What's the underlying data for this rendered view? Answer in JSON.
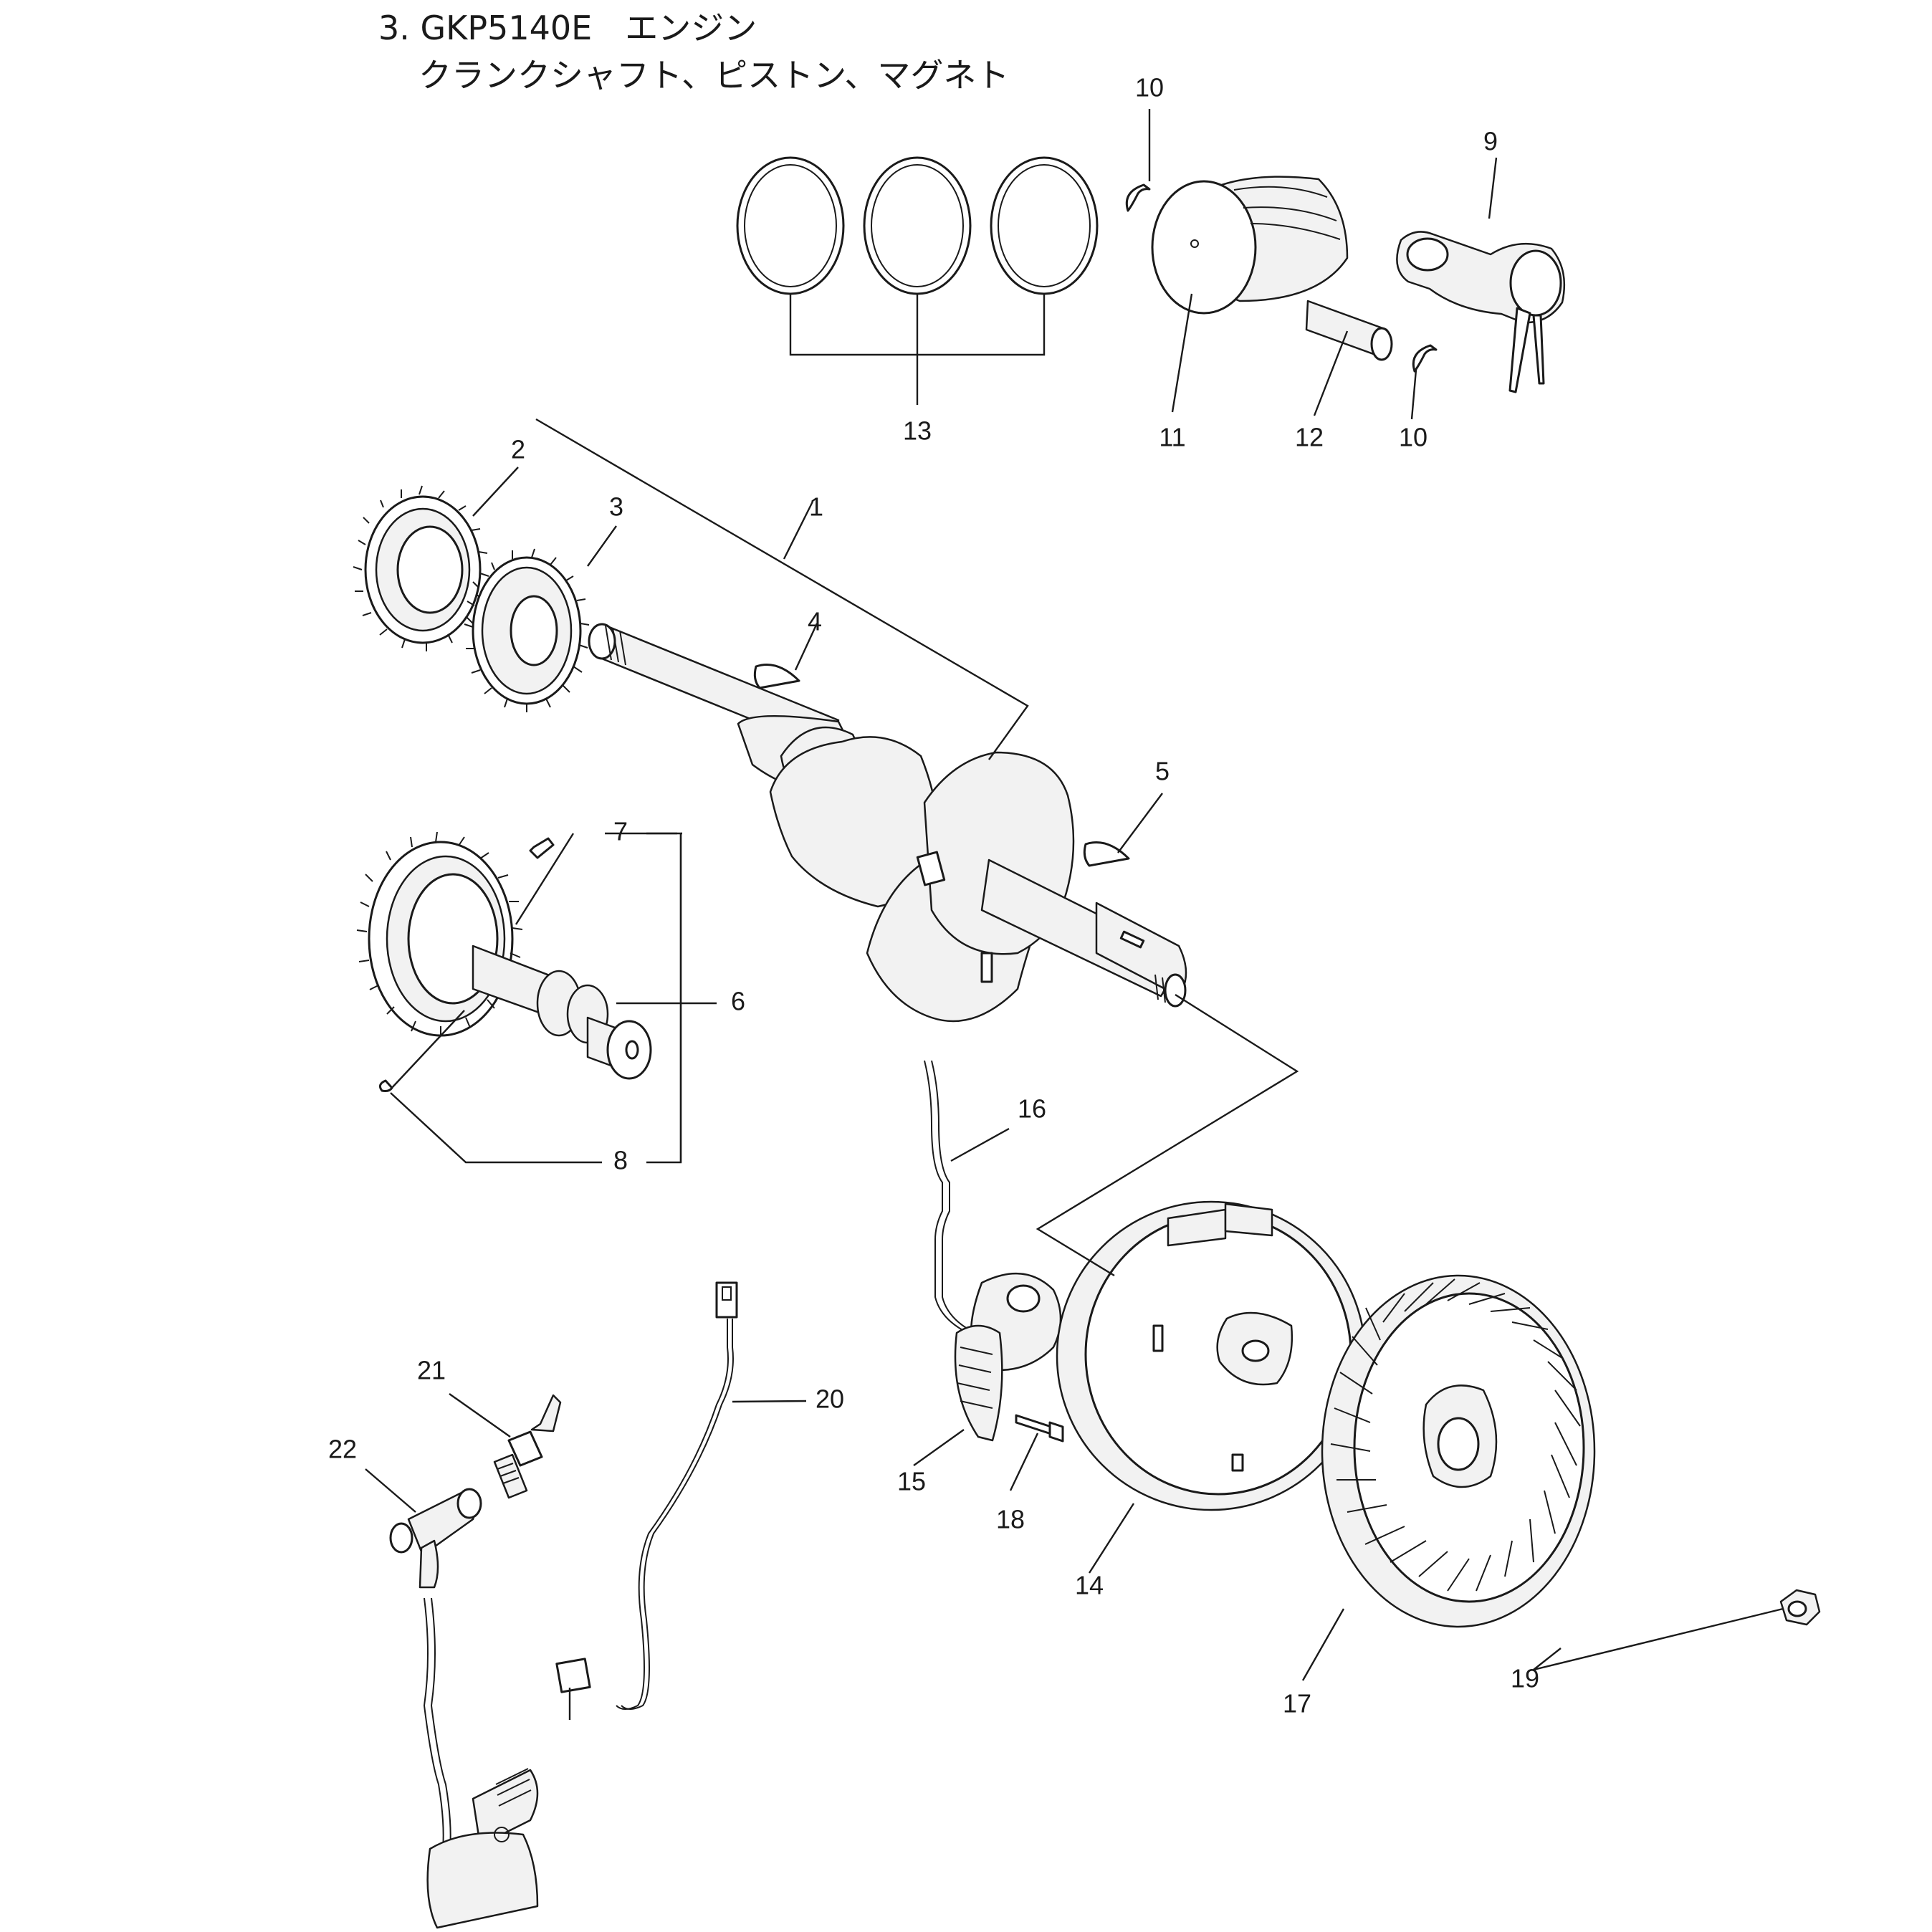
{
  "header": {
    "line1": "3. GKP5140E　エンジン",
    "line2": "クランクシャフト、ピストン、マグネト"
  },
  "callouts": [
    "1",
    "2",
    "3",
    "4",
    "5",
    "6",
    "7",
    "8",
    "9",
    "10",
    "10",
    "11",
    "12",
    "13",
    "14",
    "15",
    "16",
    "17",
    "18",
    "19",
    "20",
    "21",
    "22"
  ]
}
